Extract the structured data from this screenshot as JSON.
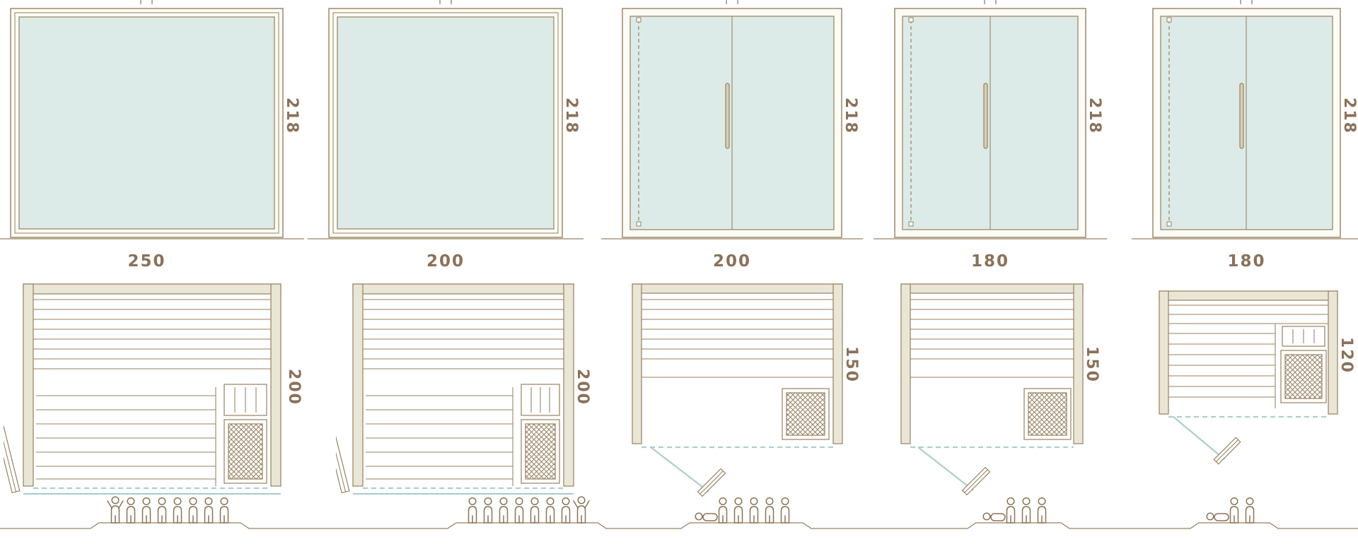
{
  "title": "Sauna cabin size comparison diagram",
  "colors": {
    "outline_brown": "#97805f",
    "dimension_text": "#8a7158",
    "glass_fill": "#dcebe8",
    "wall_fill": "#e9e6d6",
    "glass_front_teal": "#abd0c9"
  },
  "icons": {
    "heater": "heater-lattice-icon",
    "person": "person-icon",
    "door_leaf": "door-leaf-icon"
  },
  "units": [
    {
      "front_width": "250",
      "front_height": "218",
      "plan_depth": "200",
      "front_style": "full-glass-panel",
      "people": 8,
      "waving": "left",
      "reclining": false
    },
    {
      "front_width": "200",
      "front_height": "218",
      "plan_depth": "200",
      "front_style": "full-glass-panel",
      "people": 8,
      "waving": "right",
      "reclining": false
    },
    {
      "front_width": "200",
      "front_height": "218",
      "plan_depth": "150",
      "front_style": "glass-door-with-fixed-panel",
      "people": 6,
      "waving": null,
      "reclining": true
    },
    {
      "front_width": "180",
      "front_height": "218",
      "plan_depth": "150",
      "front_style": "glass-door-with-fixed-panel",
      "people": 4,
      "waving": null,
      "reclining": true
    },
    {
      "front_width": "180",
      "front_height": "218",
      "plan_depth": "120",
      "front_style": "glass-door-with-fixed-panel",
      "people": 3,
      "waving": null,
      "reclining": true
    }
  ]
}
